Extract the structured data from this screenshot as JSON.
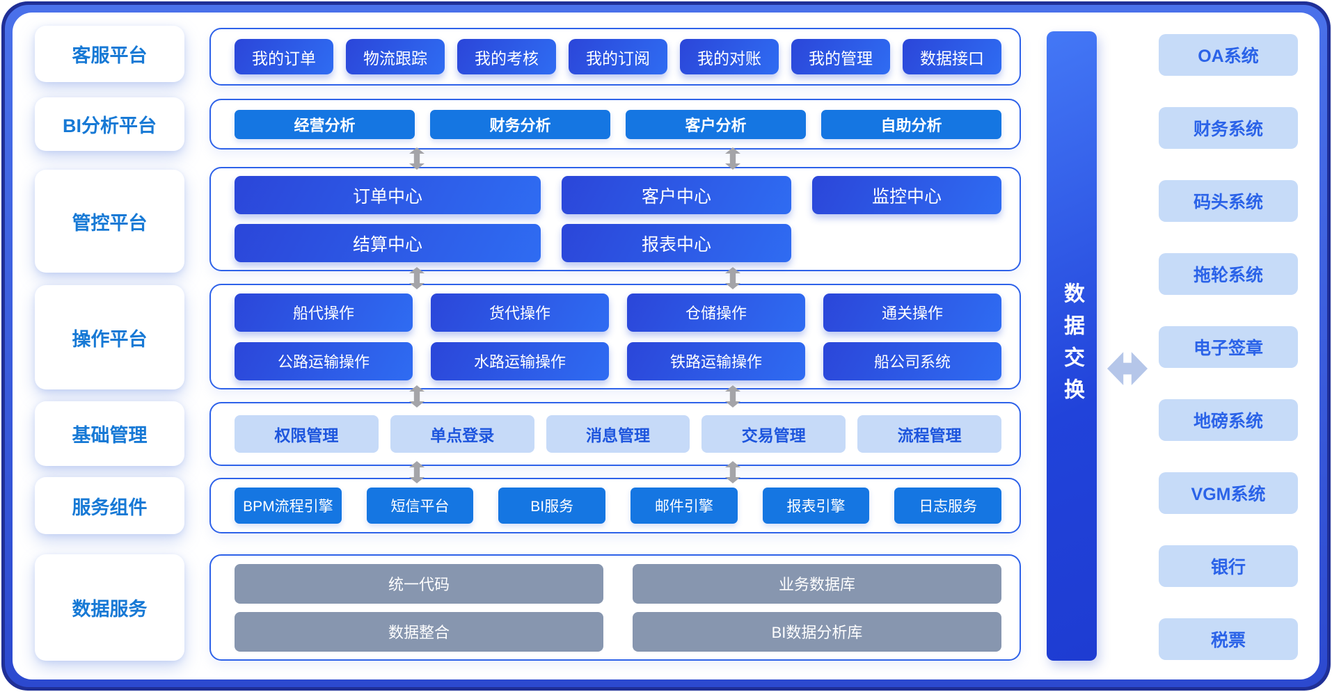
{
  "palette": {
    "frame_dark": "#1f2f96",
    "frame_gradient_top": "#4a71ea",
    "frame_gradient_bottom": "#2c49cf",
    "container_border": "#2e62e9",
    "button_dark_start": "#2b46d9",
    "button_dark_end": "#2f6cf2",
    "button_flat_blue": "#1576e2",
    "button_light_blue": "#c6daf8",
    "button_light_text": "#1d55dd",
    "button_gray": "#8796af",
    "label_text": "#1779d5",
    "systems_box": "#c6dbf8",
    "systems_text": "#2b63e8",
    "arrow_gray": "#a4a4a8",
    "diamond_blue": "#b5c6e9",
    "exchange_bar_start": "#4478f6",
    "exchange_bar_end": "#1e3cd2"
  },
  "icons": {
    "vertical_arrow": "vertical-double-arrow-icon",
    "horizontal_arrow": "horizontal-double-arrow-icon"
  },
  "rows": [
    {
      "id": "customer-service-platform",
      "label": "客服平台",
      "lines": [
        [
          "我的订单",
          "物流跟踪",
          "我的考核",
          "我的订阅",
          "我的对账",
          "我的管理",
          "数据接口"
        ]
      ]
    },
    {
      "id": "bi-analysis-platform",
      "label": "BI分析平台",
      "lines": [
        [
          "经营分析",
          "财务分析",
          "客户分析",
          "自助分析"
        ]
      ]
    },
    {
      "id": "control-platform",
      "label": "管控平台",
      "lines": [
        [
          "订单中心",
          "客户中心",
          "监控中心"
        ],
        [
          "结算中心",
          "报表中心"
        ]
      ]
    },
    {
      "id": "operation-platform",
      "label": "操作平台",
      "lines": [
        [
          "船代操作",
          "货代操作",
          "仓储操作",
          "通关操作"
        ],
        [
          "公路运输操作",
          "水路运输操作",
          "铁路运输操作",
          "船公司系统"
        ]
      ]
    },
    {
      "id": "basic-management",
      "label": "基础管理",
      "lines": [
        [
          "权限管理",
          "单点登录",
          "消息管理",
          "交易管理",
          "流程管理"
        ]
      ]
    },
    {
      "id": "service-components",
      "label": "服务组件",
      "lines": [
        [
          "BPM流程引擎",
          "短信平台",
          "BI服务",
          "邮件引擎",
          "报表引擎",
          "日志服务"
        ]
      ]
    },
    {
      "id": "data-services",
      "label": "数据服务",
      "lines": [
        [
          "统一代码",
          "业务数据库"
        ],
        [
          "数据整合",
          "BI数据分析库"
        ]
      ]
    }
  ],
  "exchange_bar": {
    "label": "数据交换"
  },
  "external_systems": [
    "OA系统",
    "财务系统",
    "码头系统",
    "拖轮系统",
    "电子签章",
    "地磅系统",
    "VGM系统",
    "银行",
    "税票"
  ]
}
